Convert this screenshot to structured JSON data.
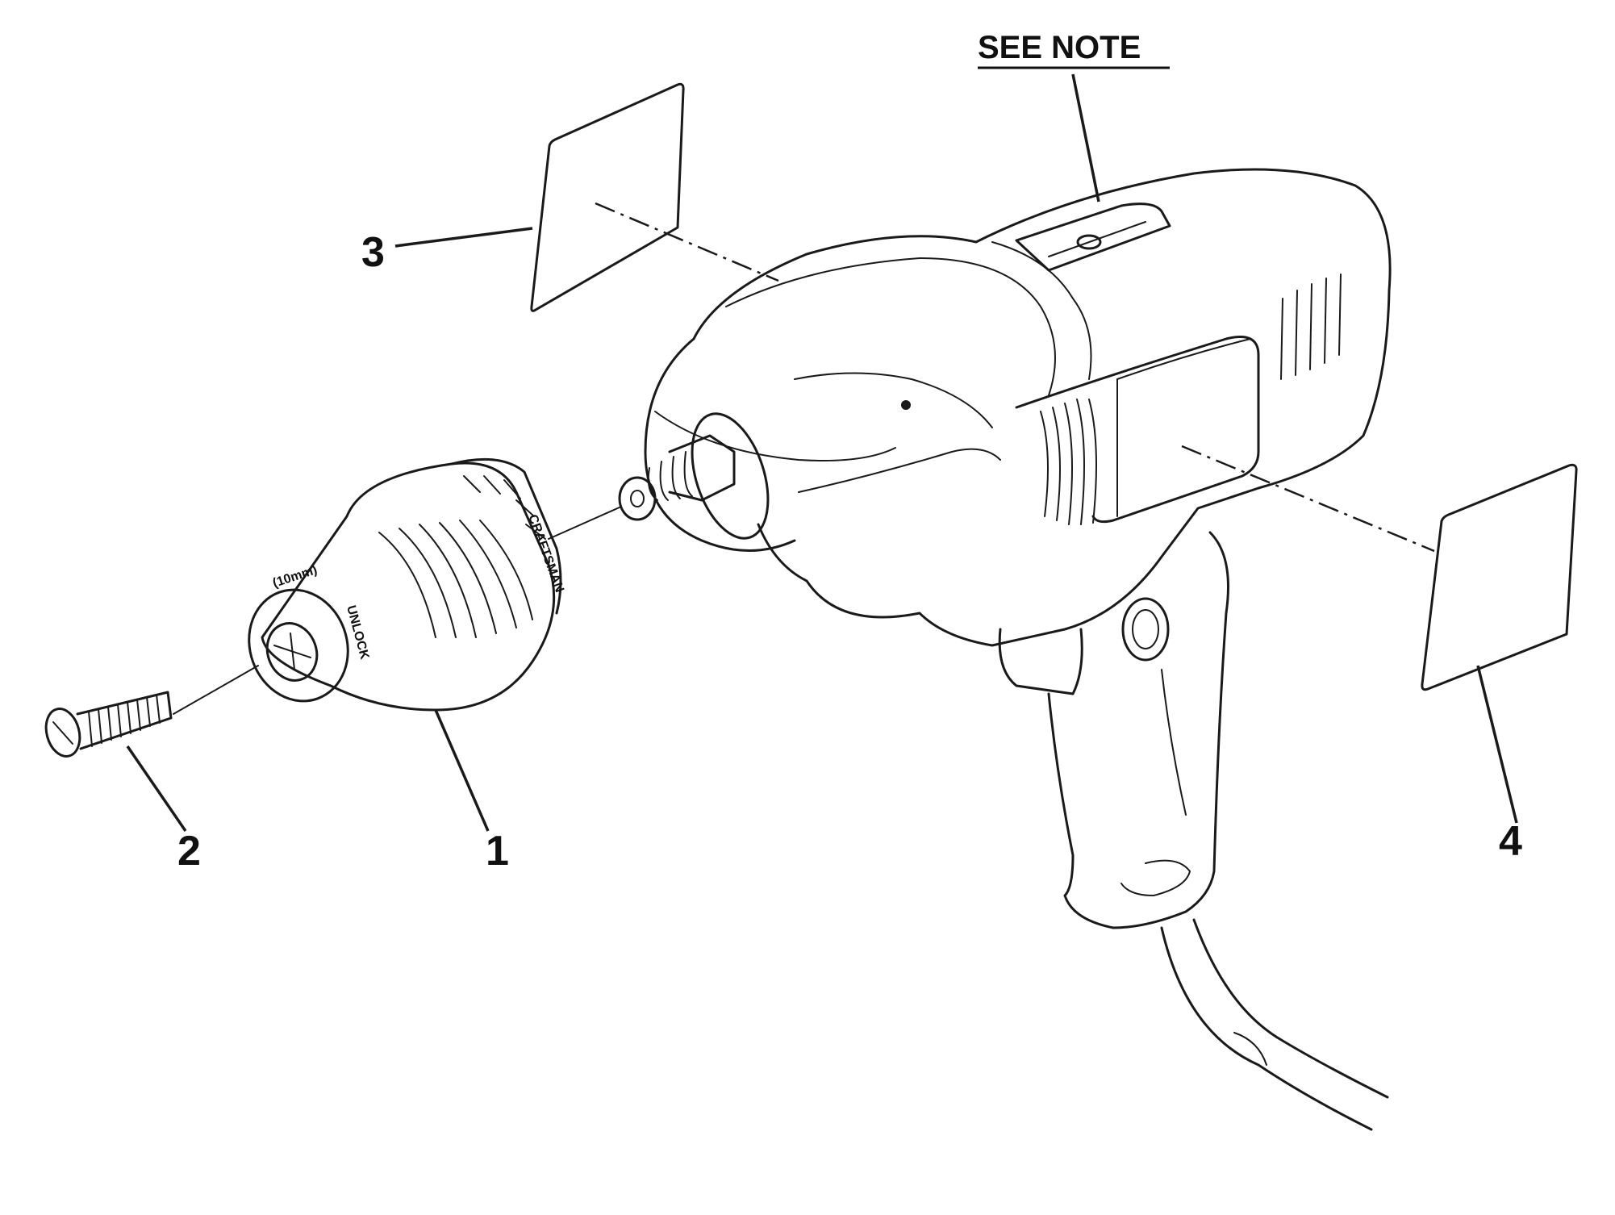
{
  "diagram": {
    "note_label": "SEE NOTE",
    "callouts": [
      {
        "id": "1",
        "label": "1"
      },
      {
        "id": "2",
        "label": "2"
      },
      {
        "id": "3",
        "label": "3"
      },
      {
        "id": "4",
        "label": "4"
      }
    ],
    "chuck_markings": {
      "size": "(10mm)",
      "unlock": "UNLOCK",
      "brand": "CRAFTSMAN"
    }
  }
}
